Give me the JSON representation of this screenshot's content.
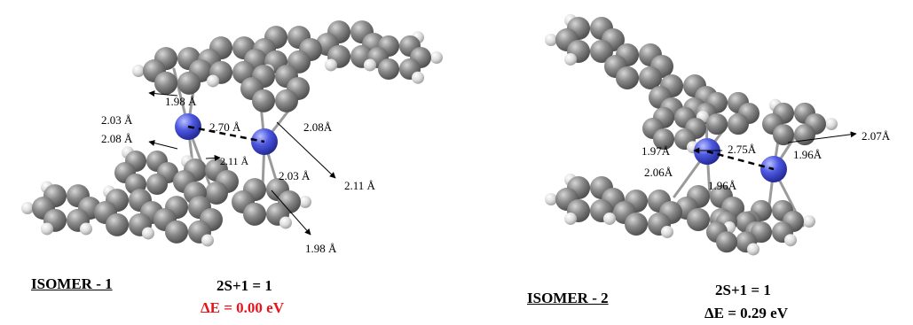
{
  "isomers": [
    {
      "label": "ISOMER - 1",
      "spin": "2S+1 = 1",
      "energy": "ΔE = 0.00 eV",
      "energy_color": "#e8141c",
      "distances": [
        "2.03 Å",
        "1.98 Å",
        "2.70 Å",
        "2.08Å",
        "2.08 Å",
        "2.11 Å",
        "2.03 Å",
        "2.11 Å",
        "1.98 Å"
      ]
    },
    {
      "label": "ISOMER - 2",
      "spin": "2S+1 = 1",
      "energy": "ΔE = 0.29 eV",
      "energy_color": "#000000",
      "distances": [
        "1.97Å",
        "2.75Å",
        "1.96Å",
        "2.07Å",
        "2.06Å",
        "1.96Å"
      ]
    }
  ],
  "colors": {
    "metal": "#4a55d8",
    "carbon": "#7a7a7a",
    "hydrogen": "#e2e2e2",
    "bond": "#9a9a9a"
  }
}
